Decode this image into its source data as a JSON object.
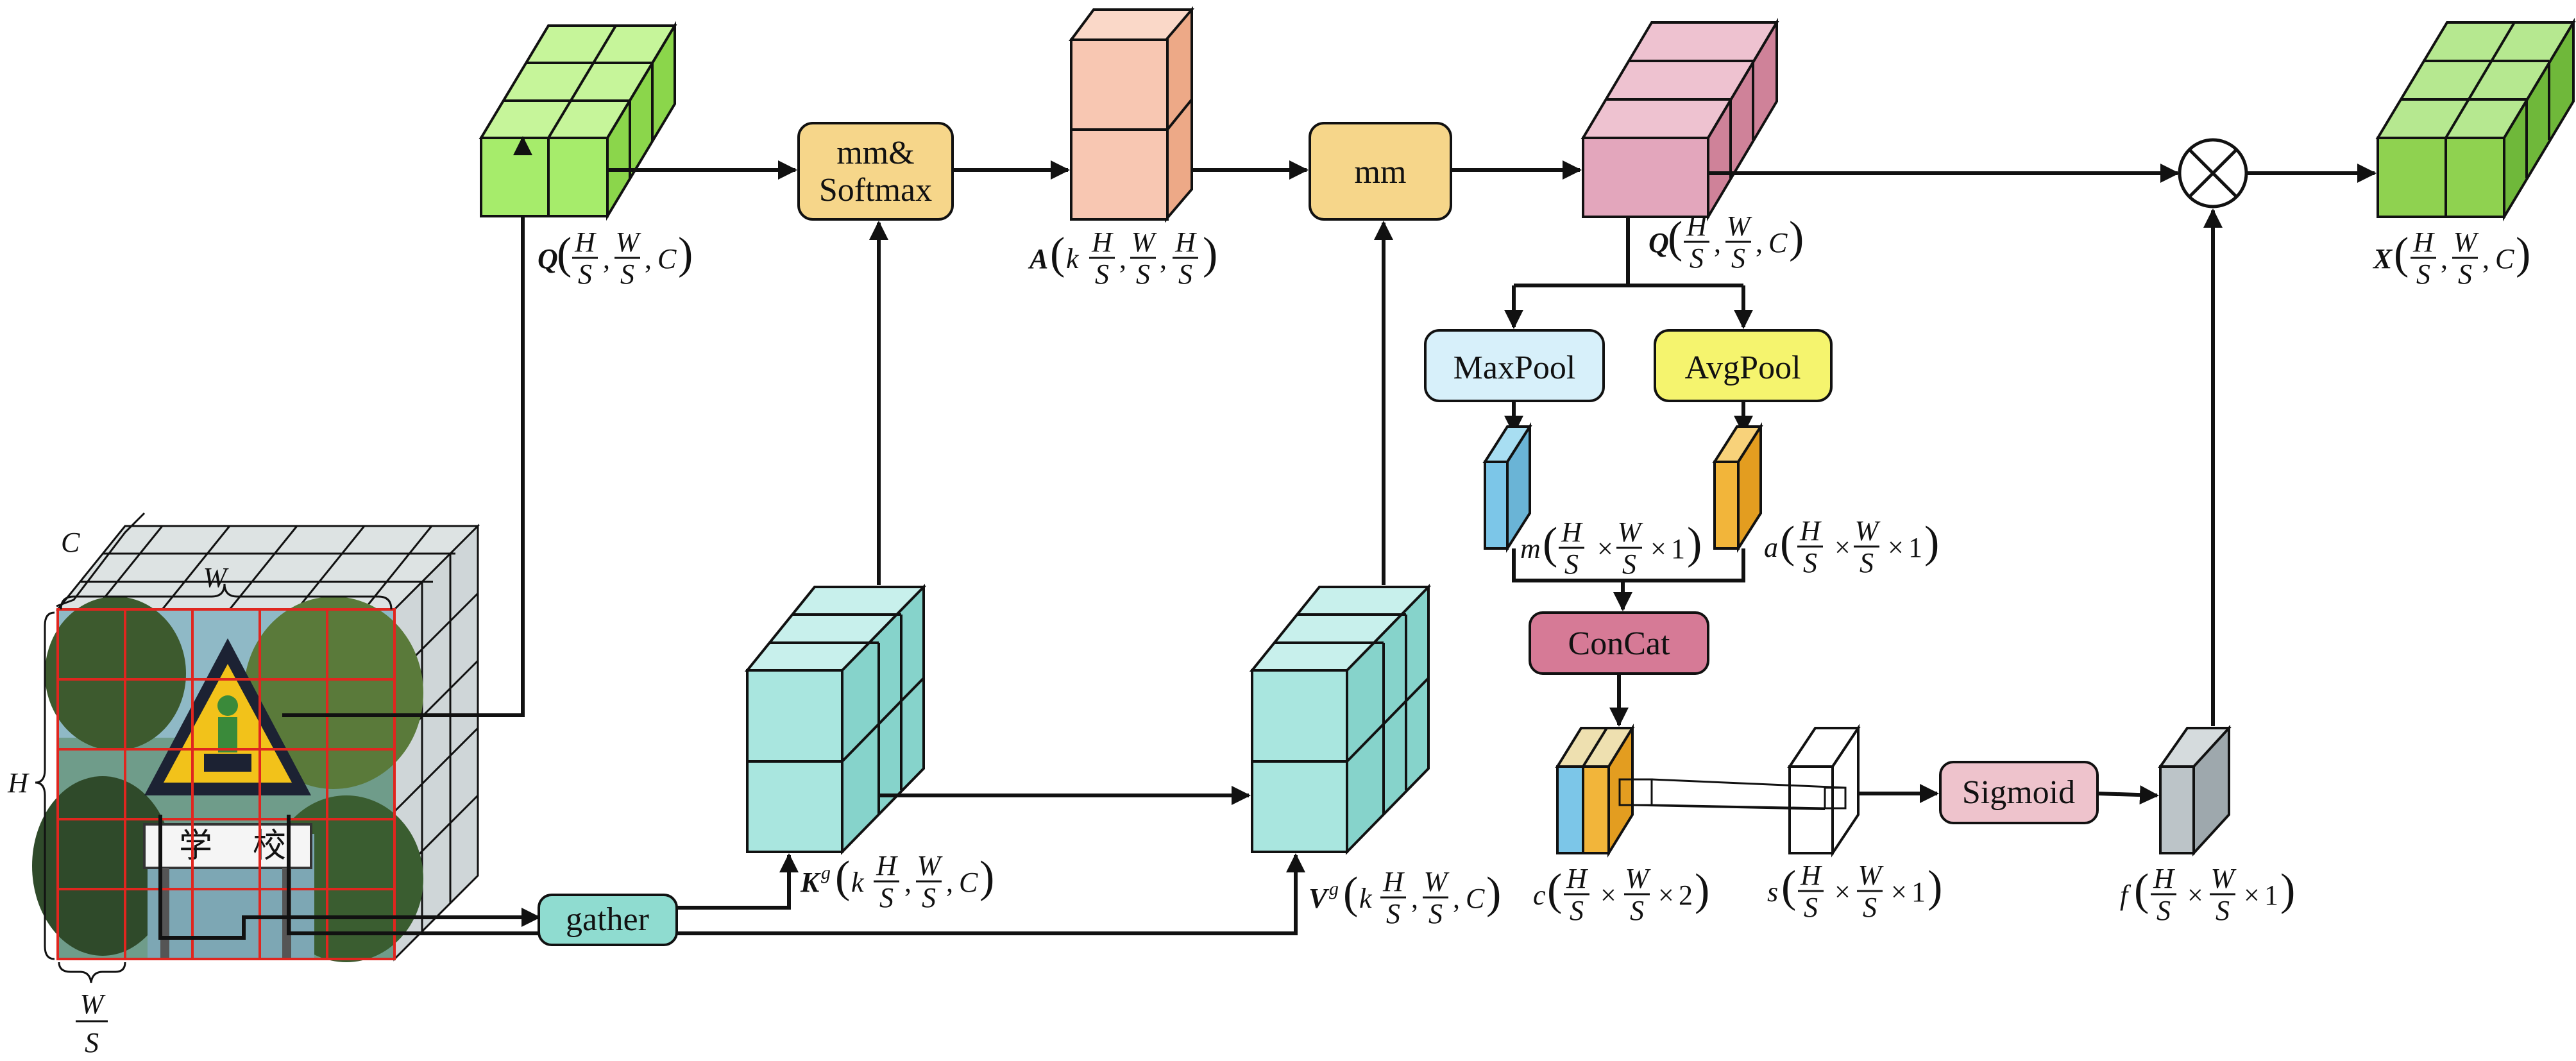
{
  "colors": {
    "green_front": "#a6ec6b",
    "green_top": "#c6f59a",
    "green_side": "#8bd64b",
    "green2_front": "#8fd250",
    "green2_top": "#b6e890",
    "green2_side": "#6fb83a",
    "salmon_front": "#f8c7b2",
    "salmon_top": "#fad8c8",
    "salmon_side": "#eda987",
    "pink_front": "#e3a6bc",
    "pink_top": "#eec2d0",
    "pink_side": "#cf8299",
    "teal_front": "#a9e6df",
    "teal_top": "#c8f0ec",
    "teal_side": "#86d3cb",
    "box_orange": "#f6d68a",
    "box_blue": "#d7f0fa",
    "box_yellow": "#f5f46e",
    "box_rose": "#d67a96",
    "box_lightpink": "#eec3cc",
    "box_teal": "#8fdcd0",
    "cyan": "#7cc6e8",
    "orange": "#f2b53a",
    "gray": "#bcc4c8"
  },
  "boxes": {
    "mm_softmax_1": "mm&",
    "mm_softmax_2": "Softmax",
    "mm": "mm",
    "maxpool": "MaxPool",
    "avgpool": "AvgPool",
    "concat": "ConCat",
    "sigmoid": "Sigmoid",
    "gather": "gather",
    "multiply_icon": "multiply-circle"
  },
  "labels": {
    "q_sym": "Q",
    "q_H": "H",
    "q_W": "W",
    "S": "S",
    "C": "C",
    "k": "k",
    "a_sym": "A",
    "kg_sym": "K",
    "vg_sym": "V",
    "g_sup": "g",
    "x_sym": "X",
    "m_sym": "m",
    "a_small": "a",
    "c_small": "c",
    "s_small": "s",
    "f_small": "f",
    "times": "×",
    "one": "1",
    "two": "2",
    "comma": ",",
    "lparen": "(",
    "rparen": ")",
    "dim_C": "C",
    "dim_W": "W",
    "dim_H": "H",
    "dim_W_frac": "W",
    "dim_S_frac": "S"
  },
  "sign_text": [
    "学",
    "校"
  ]
}
